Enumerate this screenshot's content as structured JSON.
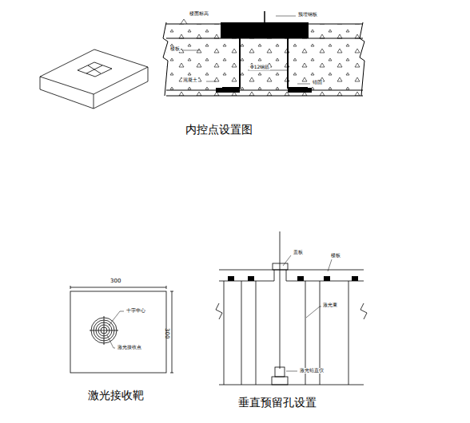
{
  "diagram": {
    "labels": [
      "楼面标高",
      "预埋钢板",
      "楼板",
      "Φ12钢筋",
      "混凝土",
      "锚固",
      "内控点设置图",
      "300",
      "300",
      "十字中心",
      "激光接收点",
      "激光接收靶",
      "盖板",
      "楼板",
      "激光束",
      "激光铅直仪",
      "垂直预留孔设置"
    ]
  }
}
